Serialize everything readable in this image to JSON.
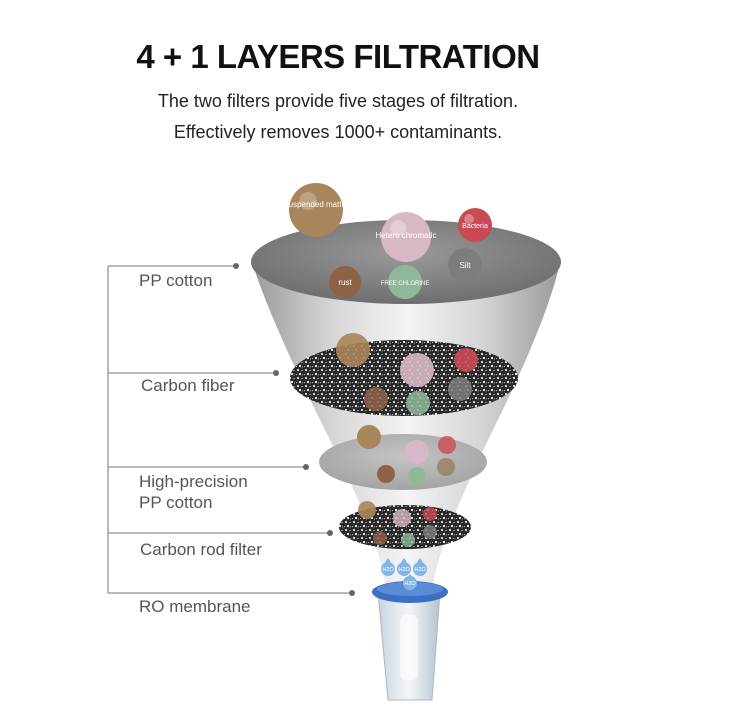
{
  "title": "4 + 1 LAYERS FILTRATION",
  "subtitle_1": "The two filters provide five stages of filtration.",
  "subtitle_2": "Effectively removes 1000+ contaminants.",
  "layers": [
    {
      "label": "PP cotton"
    },
    {
      "label": "Carbon fiber"
    },
    {
      "label": "High-precision",
      "label_2": "PP cotton"
    },
    {
      "label": "Carbon rod filter"
    },
    {
      "label": "RO membrane"
    }
  ],
  "contaminants": {
    "suspended": "Suspended matter",
    "hetero": "Hetero chromatic",
    "bacteria": "Bacteria",
    "rust": "rust",
    "chlorine": "FREE CHLORINE",
    "silt": "Silt"
  },
  "water_label": "H2O",
  "colors": {
    "suspended": "#a8855a",
    "hetero": "#d8b8c6",
    "bacteria": "#c94a55",
    "rust": "#8e6246",
    "chlorine": "#8fb89a",
    "silt": "#7d7d7d",
    "funnel": "#c8c8c8",
    "ro_membrane": "#3a6fc2",
    "water_drop": "#7fb6e6"
  }
}
